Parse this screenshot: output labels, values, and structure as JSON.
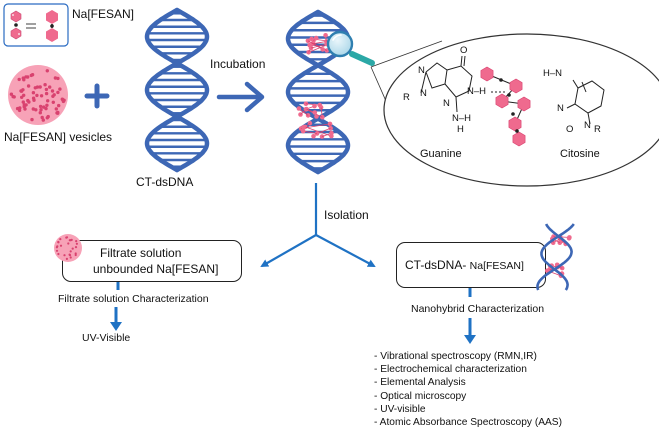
{
  "legend": {
    "label": "Na[FESAN]"
  },
  "vesicles": {
    "label": "Na[FESAN] vesicles"
  },
  "plus": "+",
  "dna": {
    "label": "CT-dsDNA"
  },
  "incubation": {
    "label": "Incubation"
  },
  "zoom": {
    "atoms": {
      "N1": "N",
      "N2": "N",
      "N3": "N",
      "N4": "N",
      "N5": "N",
      "N6": "N",
      "O1": "O",
      "O2": "O"
    },
    "groups": {
      "R1": "R",
      "R2": "R",
      "H1": "H",
      "NH": "N–H",
      "HN": "H–N",
      "N2H": "N–H",
      "HN2": "H",
      "Nr": "N"
    },
    "guanine": "Guanine",
    "citosine": "Citosine"
  },
  "isolation": {
    "label": "Isolation"
  },
  "left": {
    "box_line1": "Filtrate solution",
    "box_line2": "unbounded Na[FESAN]",
    "characterization": "Filtrate solution Characterization",
    "result": "UV-Visible"
  },
  "right": {
    "box_main": "CT-dsDNA- ",
    "box_sub": "Na[FESAN]",
    "characterization": "Nanohybrid Characterization",
    "techniques": [
      "Vibrational spectroscopy (RMN,IR)",
      "Electrochemical characterization",
      "Elemental Analysis",
      "Optical microscopy",
      "UV-visible",
      "Atomic Absorbance Spectroscopy (AAS)"
    ]
  },
  "colors": {
    "dna": "#3d67b5",
    "arrow": "#1f72c4",
    "pink": "#ef6a8e",
    "pink_dark": "#d9426f",
    "teal": "#2ba8a6"
  }
}
